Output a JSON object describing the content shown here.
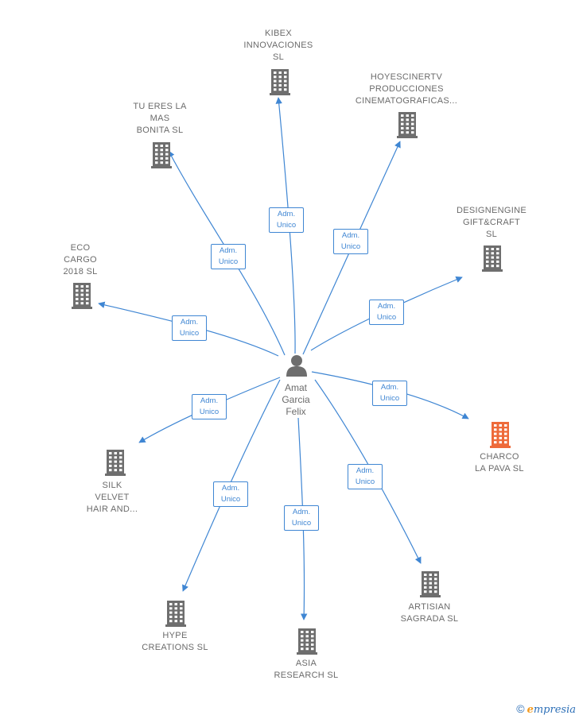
{
  "center": {
    "name": "Amat\nGarcia\nFelix"
  },
  "companies": [
    {
      "id": "kibex",
      "label": "KIBEX\nINNOVACIONES\nSL",
      "role": [
        "Adm.",
        "Unico"
      ],
      "highlight": false
    },
    {
      "id": "hoyescinertv",
      "label": "HOYESCINERTV\nPRODUCCIONES\nCINEMATOGRAFICAS...",
      "role": [
        "Adm.",
        "Unico"
      ],
      "highlight": false
    },
    {
      "id": "tu-eres",
      "label": "TU ERES LA\nMAS\nBONITA  SL",
      "role": [
        "Adm.",
        "Unico"
      ],
      "highlight": false
    },
    {
      "id": "designengine",
      "label": "DESIGNENGINE\nGIFT&CRAFT\nSL",
      "role": [
        "Adm.",
        "Unico"
      ],
      "highlight": false
    },
    {
      "id": "eco-cargo",
      "label": "ECO\nCARGO\n2018  SL",
      "role": [
        "Adm.",
        "Unico"
      ],
      "highlight": false
    },
    {
      "id": "charco",
      "label": "CHARCO\nLA PAVA  SL",
      "role": [
        "Adm.",
        "Unico"
      ],
      "highlight": true
    },
    {
      "id": "silk",
      "label": "SILK\nVELVET\nHAIR AND...",
      "role": [
        "Adm.",
        "Unico"
      ],
      "highlight": false
    },
    {
      "id": "hype",
      "label": "HYPE\nCREATIONS  SL",
      "role": [
        "Adm.",
        "Unico"
      ],
      "highlight": false
    },
    {
      "id": "asia",
      "label": "ASIA\nRESEARCH  SL",
      "role": [
        "Adm.",
        "Unico"
      ],
      "highlight": false
    },
    {
      "id": "artisian",
      "label": "ARTISIAN\nSAGRADA  SL",
      "role": [
        "Adm.",
        "Unico"
      ],
      "highlight": false
    }
  ],
  "colors": {
    "edge": "#3f86d3",
    "building": "#6e6e6e",
    "highlight_building": "#ee6a3a",
    "person": "#6e6e6e"
  },
  "footer": {
    "copyright": "©",
    "brand_first": "e",
    "brand_rest": "mpresia"
  }
}
